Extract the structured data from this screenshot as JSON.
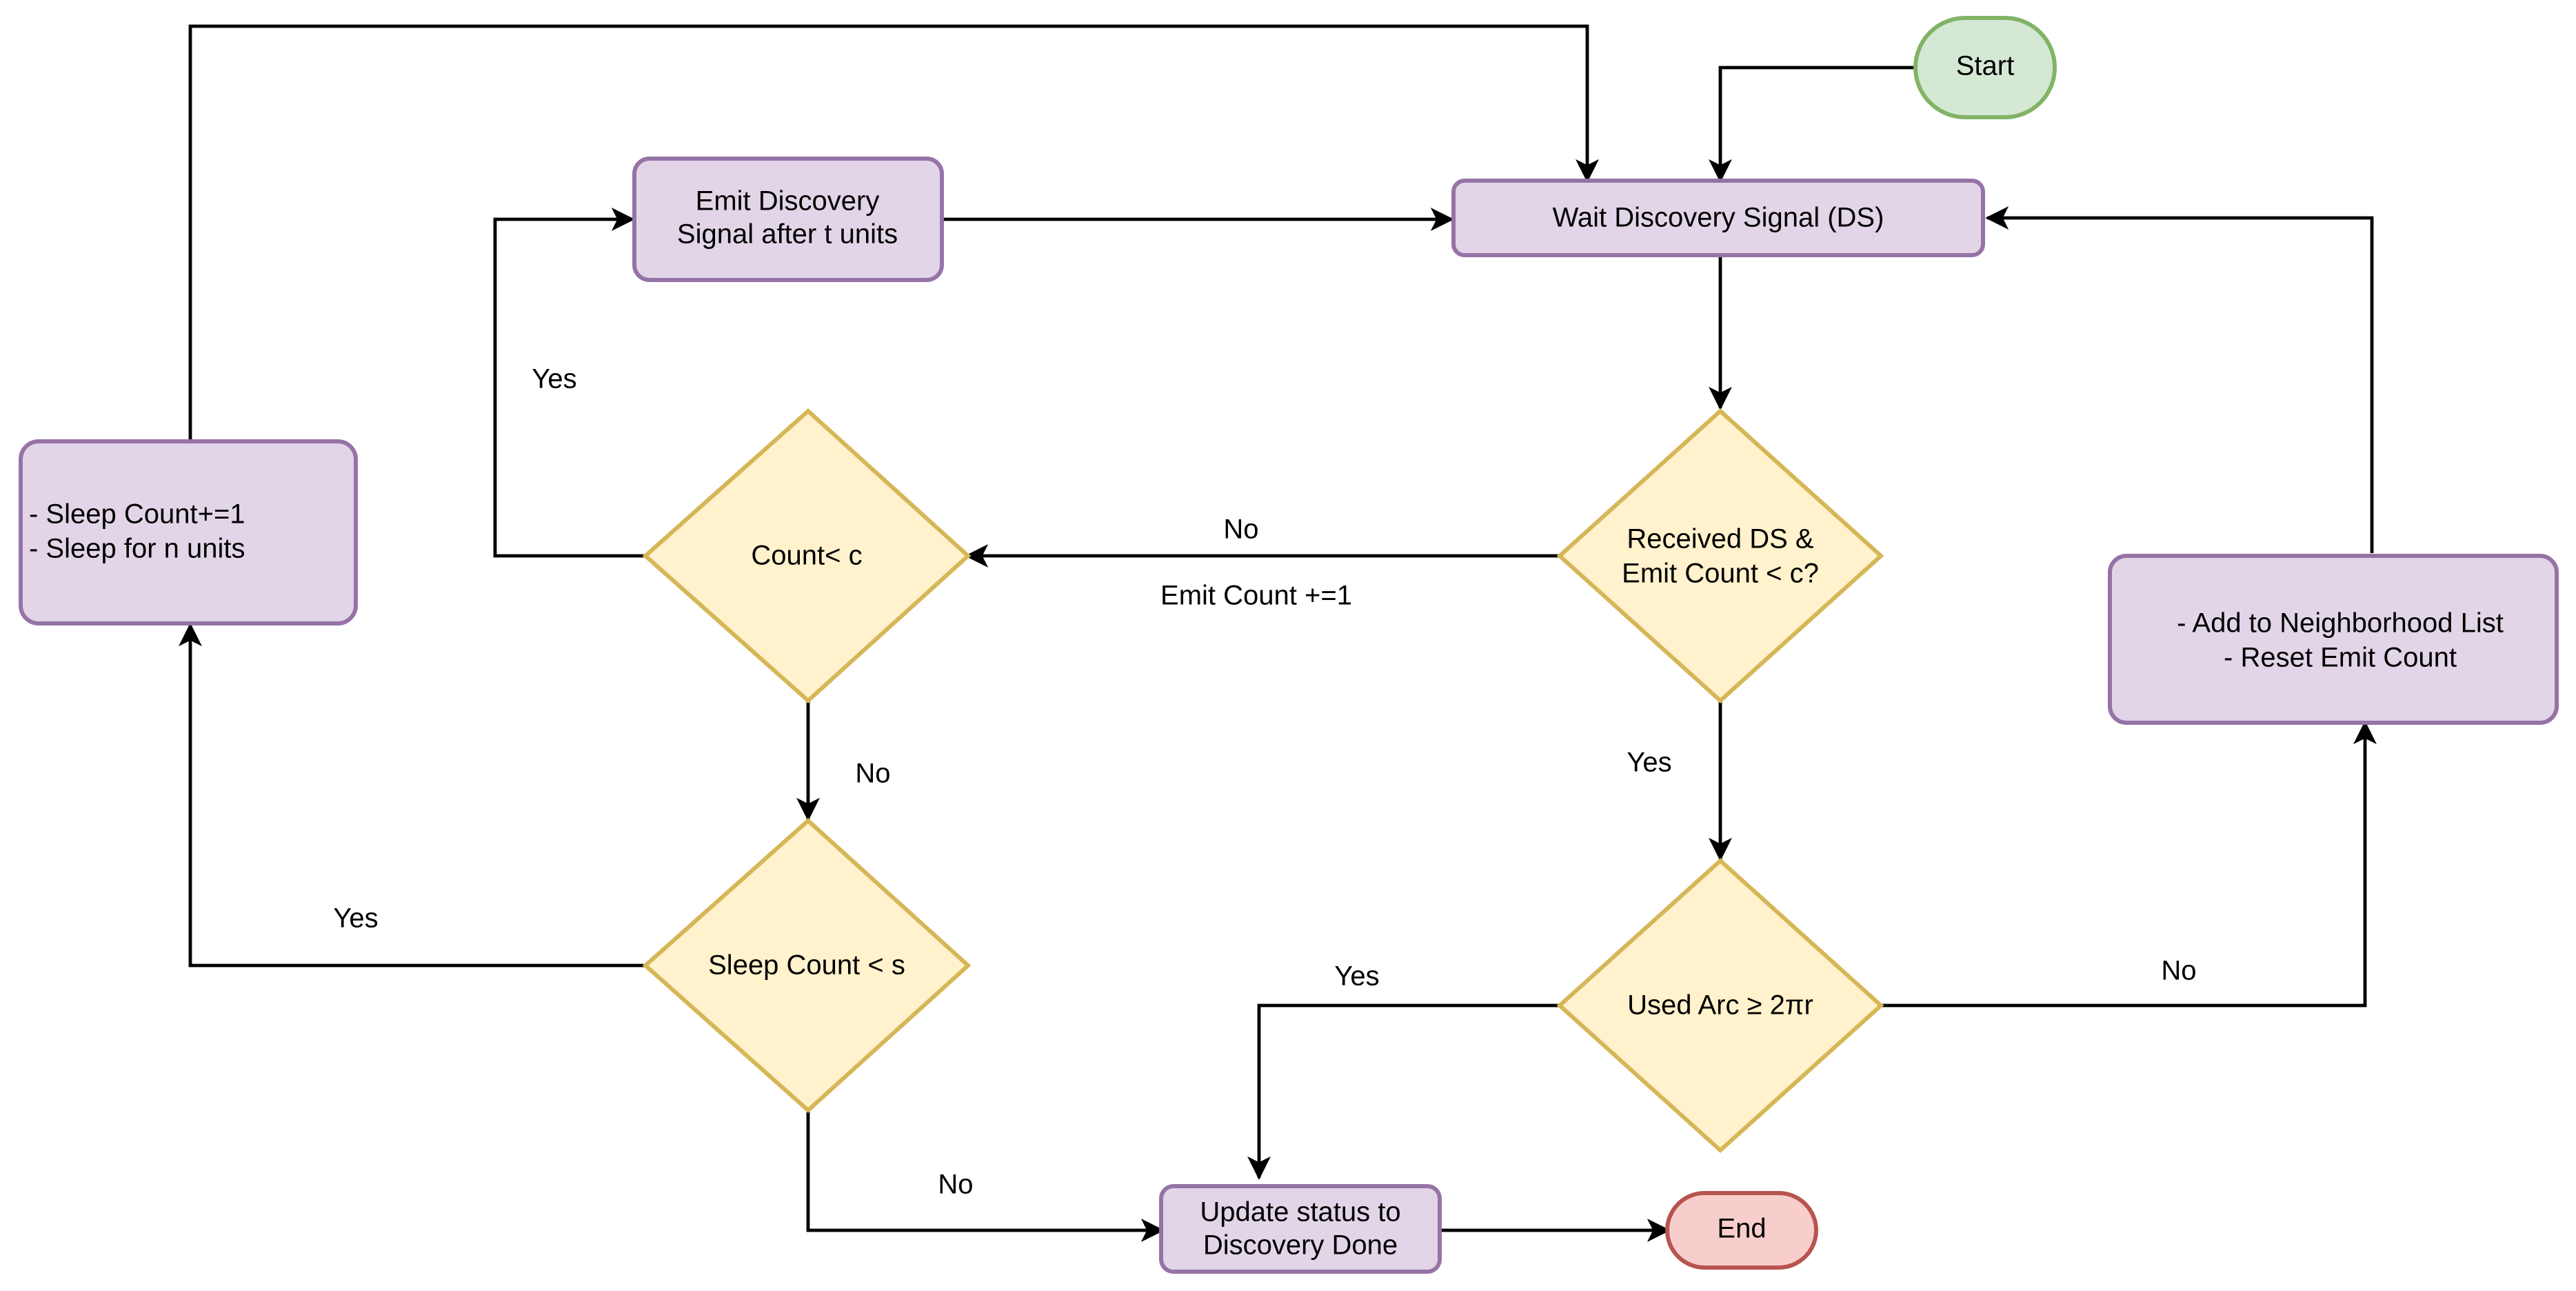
{
  "colors": {
    "process_fill": "#e1d5e7",
    "process_stroke": "#9673a6",
    "decision_fill": "#fff2cc",
    "decision_stroke": "#d6b656",
    "start_fill": "#d5e8d4",
    "start_stroke": "#82b366",
    "end_fill": "#f8cecc",
    "end_stroke": "#b85450"
  },
  "nodes": {
    "start": "Start",
    "end": "End",
    "wait_ds": "Wait Discovery Signal (DS)",
    "emit_ds": [
      "Emit Discovery",
      "Signal after t units"
    ],
    "sleep": [
      "- Sleep Count+=1",
      "- Sleep for n units"
    ],
    "add_neighbor": [
      "- Add to Neighborhood List",
      "- Reset Emit Count"
    ],
    "update_status": [
      "Update status to",
      "Discovery Done"
    ],
    "received_ds": [
      "Received DS &",
      "Emit Count < c?"
    ],
    "count_lt_c": "Count< c",
    "sleep_count_lt_s": "Sleep Count < s",
    "used_arc": "Used Arc ≥ 2πr"
  },
  "edges": {
    "received_no": "No",
    "emit_count_increment": "Emit Count +=1",
    "received_yes": "Yes",
    "count_yes": "Yes",
    "count_no": "No",
    "sleep_yes": "Yes",
    "sleep_no": "No",
    "arc_yes": "Yes",
    "arc_no": "No"
  }
}
